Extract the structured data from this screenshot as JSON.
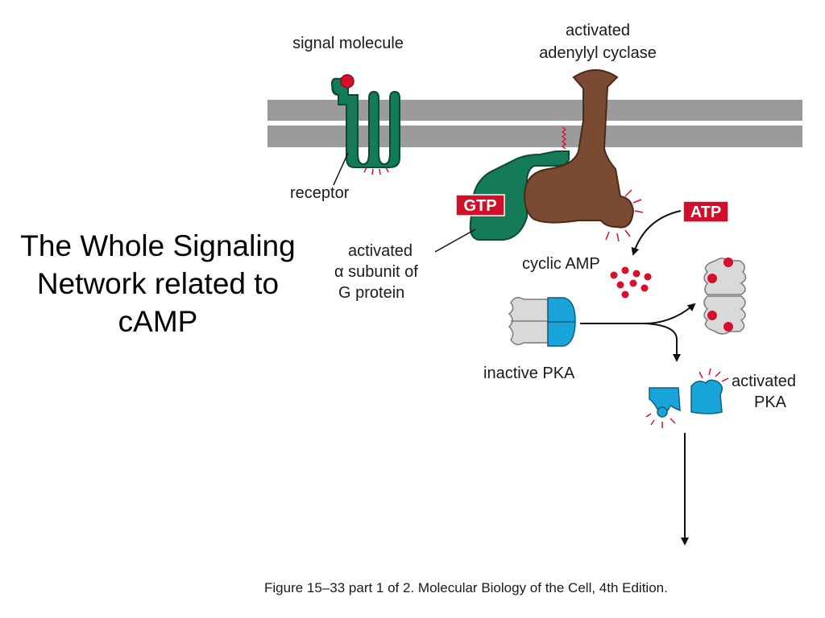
{
  "title_lines": [
    "The Whole Signaling",
    "Network related to",
    "cAMP"
  ],
  "labels": {
    "signal_molecule": "signal molecule",
    "adenylyl_line1": "activated",
    "adenylyl_line2": "adenylyl cyclase",
    "receptor": "receptor",
    "gtp": "GTP",
    "atp": "ATP",
    "alpha_line1": "activated",
    "alpha_line2": "α subunit of",
    "alpha_line3": "G protein",
    "cyclic_amp": "cyclic AMP",
    "inactive_pka": "inactive PKA",
    "activated_pka_line1": "activated",
    "activated_pka_line2": "PKA"
  },
  "caption": "Figure 15–33 part 1 of 2. Molecular Biology of the Cell, 4th Edition.",
  "colors": {
    "membrane": "#9b9b9b",
    "receptor_green": "#147a57",
    "cyclase_brown": "#7a4a33",
    "tag_red": "#d0102a",
    "camp_red": "#d4102a",
    "pka_blue": "#19a5d9",
    "pka_regulatory_gray": "#d9d9d9"
  }
}
